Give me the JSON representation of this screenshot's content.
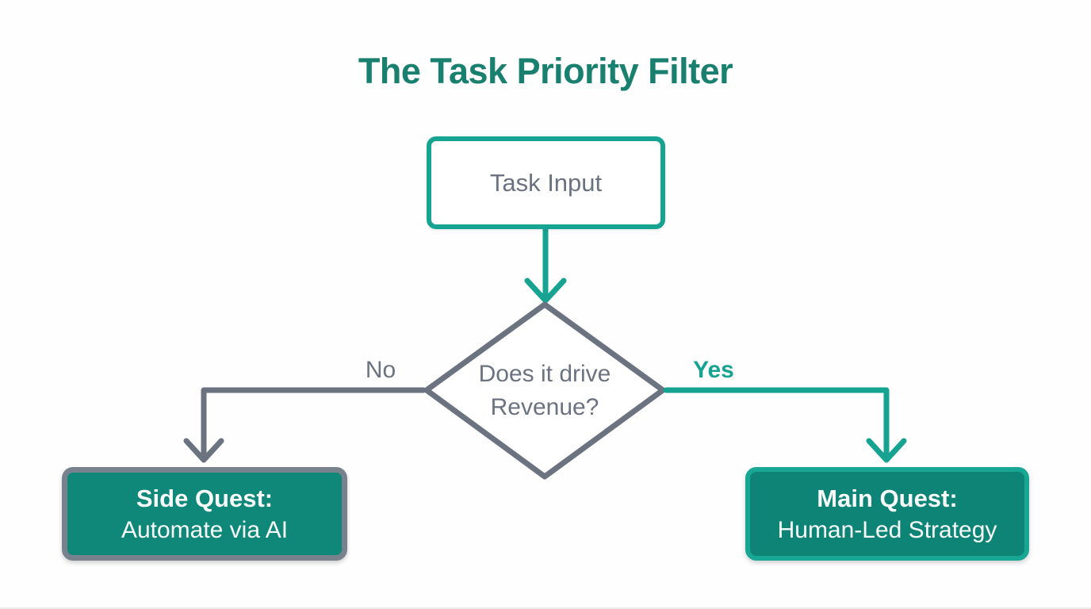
{
  "title": "The Task Priority Filter",
  "nodes": {
    "input": {
      "label": "Task Input"
    },
    "decision": {
      "label": "Does it drive\nRevenue?"
    },
    "side_quest": {
      "line1": "Side Quest:",
      "line2": "Automate via AI"
    },
    "main_quest": {
      "line1": "Main Quest:",
      "line2": "Human-Led Strategy"
    }
  },
  "edges": {
    "no": {
      "label": "No"
    },
    "yes": {
      "label": "Yes"
    }
  },
  "colors": {
    "title_teal": "#19806f",
    "teal": "#16a392",
    "teal_border": "#18a795",
    "gray_line": "#6b7280",
    "gray_text": "#6b7280",
    "gray_border": "#78828f",
    "box_fill": "#108879",
    "box_fill_dark": "#0e8477",
    "white_text": "#f7fcfb"
  }
}
